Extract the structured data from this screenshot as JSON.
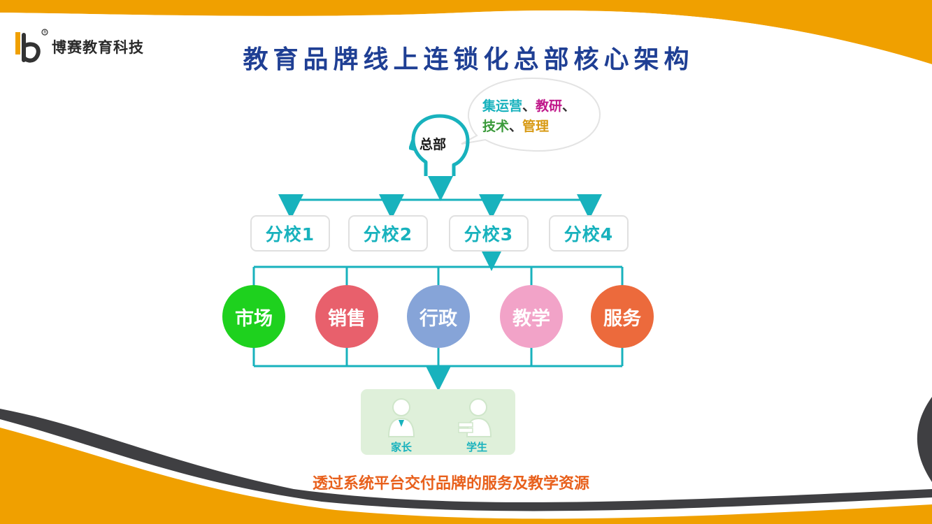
{
  "logo": {
    "text": "博赛教育科技"
  },
  "title": "教育品牌线上连锁化总部核心架构",
  "hq": {
    "label": "总部",
    "bubble_parts": [
      {
        "text": "集运营",
        "color": "#18b2bd"
      },
      {
        "text": "、",
        "color": "#333333"
      },
      {
        "text": "教研",
        "color": "#c0188a"
      },
      {
        "text": "、",
        "color": "#333333"
      },
      {
        "text": "技术",
        "color": "#3a9a3a"
      },
      {
        "text": "、",
        "color": "#333333"
      },
      {
        "text": "管理",
        "color": "#d89a14"
      }
    ]
  },
  "branches": [
    "分校1",
    "分校2",
    "分校3",
    "分校4"
  ],
  "departments": [
    {
      "label": "市场",
      "color": "#1ed11e"
    },
    {
      "label": "销售",
      "color": "#e8606c"
    },
    {
      "label": "行政",
      "color": "#86a4d8"
    },
    {
      "label": "教学",
      "color": "#f2a3c8"
    },
    {
      "label": "服务",
      "color": "#ec6a3c"
    }
  ],
  "stakeholders": [
    {
      "label": "家长",
      "icon": "parent-icon"
    },
    {
      "label": "学生",
      "icon": "student-icon"
    }
  ],
  "footer": "透过系统平台交付品牌的服务及教学资源",
  "colors": {
    "accent": "#18b2bd",
    "title": "#1f3f94",
    "orange": "#f0a000",
    "footer": "#e8601c"
  }
}
